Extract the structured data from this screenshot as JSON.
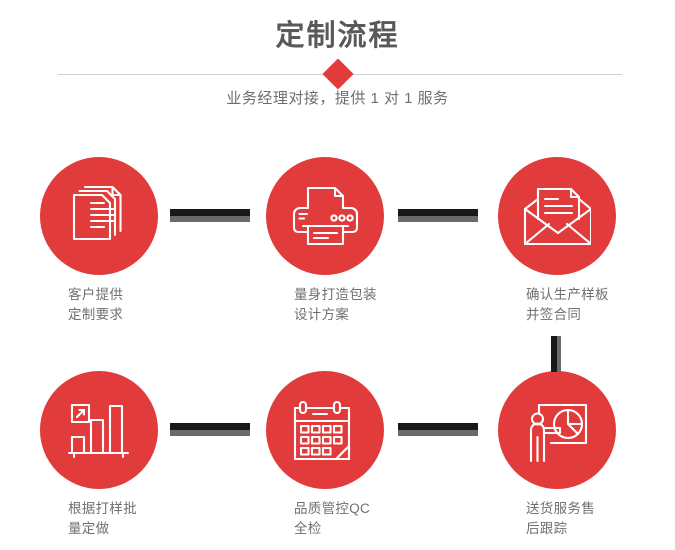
{
  "header": {
    "title": "定制流程",
    "subtitle": "业务经理对接，提供 1 对 1 服务",
    "diamond_color": "#e13b3c",
    "divider_color": "#cfcfcf",
    "title_color": "#58595b",
    "subtitle_color": "#6d6e70"
  },
  "theme": {
    "accent": "#e13b3c",
    "connector_dark": "#191919",
    "connector_gray": "#6a6a6a",
    "label_color": "#6f7072",
    "background": "#ffffff"
  },
  "flow": {
    "steps": [
      {
        "index": 1,
        "icon": "documents-icon",
        "label": "客户提供\n定制要求"
      },
      {
        "index": 2,
        "icon": "printer-icon",
        "label": "量身打造包装\n设计方案"
      },
      {
        "index": 3,
        "icon": "envelope-icon",
        "label": "确认生产样板\n并签合同"
      },
      {
        "index": 4,
        "icon": "bar-chart-icon",
        "label": "根据打样批\n量定做"
      },
      {
        "index": 5,
        "icon": "calendar-icon",
        "label": "品质管控QC\n全检"
      },
      {
        "index": 6,
        "icon": "presentation-icon",
        "label": "送货服务售\n后跟踪"
      }
    ]
  }
}
